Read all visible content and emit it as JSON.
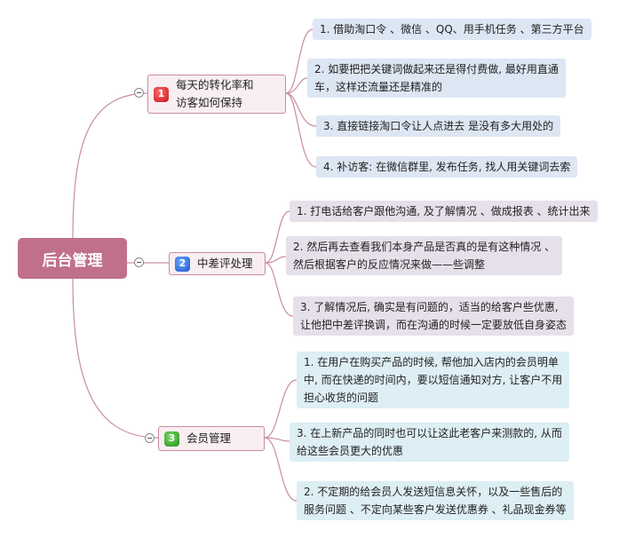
{
  "colors": {
    "root": "#c0708b",
    "line": "#c98ca2",
    "branch_bg": "#f9eef2"
  },
  "root": {
    "label": "后台管理"
  },
  "branches": [
    {
      "number": "1",
      "badge_color": "red",
      "lines": [
        "每天的转化率和",
        "访客如何保持"
      ],
      "leaves": [
        {
          "lines": [
            "1. 借助淘口令 、微信 、QQ、用手机任务 、第三方平台"
          ]
        },
        {
          "lines": [
            "2. 如要把把关键词做起来还是得付费做, 最好用直通",
            "车，这样还流量还是精准的"
          ]
        },
        {
          "lines": [
            "3. 直接链接淘口令让人点进去  是没有多大用处的"
          ]
        },
        {
          "lines": [
            "4. 补访客: 在微信群里, 发布任务, 找人用关键词去索"
          ]
        }
      ]
    },
    {
      "number": "2",
      "badge_color": "blue",
      "lines": [
        "中差评处理"
      ],
      "leaves": [
        {
          "lines": [
            "1. 打电话给客户跟他沟通, 及了解情况 、做成报表 、统计出来"
          ]
        },
        {
          "lines": [
            "2. 然后再去查看我们本身产品是否真的是有这种情况 、",
            "然后根据客户的反应情况来做——些调整"
          ]
        },
        {
          "lines": [
            "3. 了解情况后, 确实是有问题的，适当的给客户些优惠,",
            "让他把中差评换调，而在沟通的时候一定要放低自身姿态"
          ]
        }
      ]
    },
    {
      "number": "3",
      "badge_color": "green",
      "lines": [
        "会员管理"
      ],
      "leaves": [
        {
          "lines": [
            "1. 在用户在购买产品的时候, 帮他加入店内的会员明单",
            "中, 而在快递的时间内，要以短信通知对方, 让客户不用",
            "担心收货的问题"
          ]
        },
        {
          "lines": [
            "3. 在上新产品的同时也可以让这此老客户来测款的, 从而",
            "给这些会员更大的优惠"
          ]
        },
        {
          "lines": [
            "2. 不定期的给会员人发送短信息关怀，以及一些售后的",
            "服务问题 、不定向某些客户发送优惠券 、礼品现金券等"
          ]
        }
      ]
    }
  ]
}
